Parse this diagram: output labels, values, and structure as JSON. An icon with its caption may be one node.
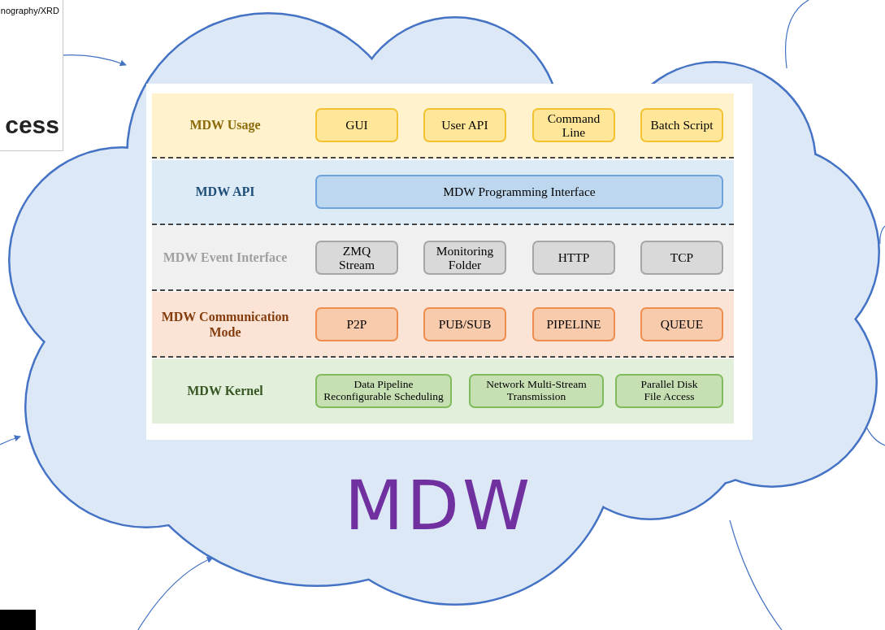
{
  "diagram": {
    "nodes": [
      {
        "text": [
          "nography/XRD",
          "cess"
        ]
      },
      {
        "text": [
          "MDW"
        ]
      },
      {
        "text": [
          "MDW Usage"
        ],
        "in": 1
      },
      {
        "text": [
          "GUI"
        ],
        "in": 2
      },
      {
        "text": [
          "User API"
        ],
        "in": 2
      },
      {
        "text": [
          "Command Line"
        ],
        "in": 2
      },
      {
        "text": [
          "Batch Script"
        ],
        "in": 2
      },
      {
        "text": [
          "MDW API"
        ],
        "in": 1
      },
      {
        "text": [
          "MDW Programming Interface"
        ],
        "in": 7
      },
      {
        "text": [
          "MDW Event Interface"
        ],
        "in": 1
      },
      {
        "text": [
          "ZMQ Stream"
        ],
        "in": 9
      },
      {
        "text": [
          "Monitoring Folder"
        ],
        "in": 9
      },
      {
        "text": [
          "HTTP"
        ],
        "in": 9
      },
      {
        "text": [
          "TCP"
        ],
        "in": 9
      },
      {
        "text": [
          "MDW Communication Mode"
        ],
        "in": 1
      },
      {
        "text": [
          "P2P"
        ],
        "in": 14
      },
      {
        "text": [
          "PUB/SUB"
        ],
        "in": 14
      },
      {
        "text": [
          "PIPELINE"
        ],
        "in": 14
      },
      {
        "text": [
          "QUEUE"
        ],
        "in": 14
      },
      {
        "text": [
          "MDW Kernel"
        ],
        "in": 1
      },
      {
        "text": [
          "Data Pipeline Reconfigurable Scheduling"
        ],
        "in": 19
      },
      {
        "text": [
          "Network Multi-Stream Transmission"
        ],
        "in": 19
      },
      {
        "text": [
          "Parallel Disk File Access"
        ],
        "in": 19
      }
    ],
    "edges": [
      {
        "from": 0,
        "to": 1,
        "arrow": "to"
      },
      {
        "from": null,
        "to": 1,
        "arrow": "to"
      },
      {
        "from": null,
        "to": 1,
        "arrow": "to"
      },
      {
        "from": 1,
        "to": null,
        "arrow": "none"
      },
      {
        "from": 1,
        "to": null,
        "arrow": "none"
      },
      {
        "from": 1,
        "to": null,
        "arrow": "none"
      },
      {
        "from": 1,
        "to": null,
        "arrow": "none"
      }
    ]
  }
}
